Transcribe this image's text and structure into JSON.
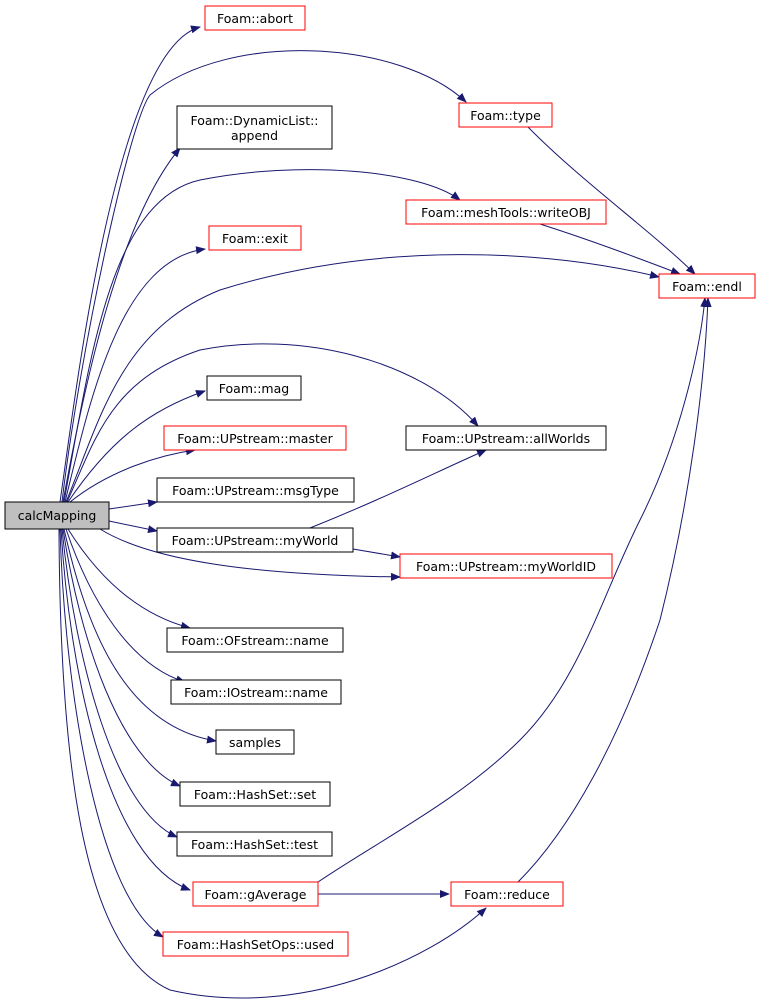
{
  "graph": {
    "colors": {
      "edge": "#191970",
      "root_fill": "#bfbfbf",
      "node_fill": "#ffffff",
      "border_default": "#000000",
      "border_undocumented": "#ff0000"
    },
    "root": "calcMapping",
    "nodes": [
      {
        "id": "calcMapping",
        "label": "calcMapping",
        "border": "black",
        "root": true
      },
      {
        "id": "abort",
        "label": "Foam::abort",
        "border": "red"
      },
      {
        "id": "type",
        "label": "Foam::type",
        "border": "red"
      },
      {
        "id": "append",
        "label": "Foam::DynamicList::\nappend",
        "border": "black"
      },
      {
        "id": "writeOBJ",
        "label": "Foam::meshTools::writeOBJ",
        "border": "red"
      },
      {
        "id": "exit",
        "label": "Foam::exit",
        "border": "red"
      },
      {
        "id": "endl",
        "label": "Foam::endl",
        "border": "red"
      },
      {
        "id": "mag",
        "label": "Foam::mag",
        "border": "black"
      },
      {
        "id": "master",
        "label": "Foam::UPstream::master",
        "border": "red"
      },
      {
        "id": "allWorlds",
        "label": "Foam::UPstream::allWorlds",
        "border": "black"
      },
      {
        "id": "msgType",
        "label": "Foam::UPstream::msgType",
        "border": "black"
      },
      {
        "id": "myWorld",
        "label": "Foam::UPstream::myWorld",
        "border": "black"
      },
      {
        "id": "myWorldID",
        "label": "Foam::UPstream::myWorldID",
        "border": "red"
      },
      {
        "id": "ofname",
        "label": "Foam::OFstream::name",
        "border": "black"
      },
      {
        "id": "ioname",
        "label": "Foam::IOstream::name",
        "border": "black"
      },
      {
        "id": "samples",
        "label": "samples",
        "border": "black"
      },
      {
        "id": "hset",
        "label": "Foam::HashSet::set",
        "border": "black"
      },
      {
        "id": "htest",
        "label": "Foam::HashSet::test",
        "border": "black"
      },
      {
        "id": "gAverage",
        "label": "Foam::gAverage",
        "border": "red"
      },
      {
        "id": "reduce",
        "label": "Foam::reduce",
        "border": "red"
      },
      {
        "id": "used",
        "label": "Foam::HashSetOps::used",
        "border": "red"
      }
    ],
    "edges": [
      {
        "from": "calcMapping",
        "to": "abort"
      },
      {
        "from": "calcMapping",
        "to": "type"
      },
      {
        "from": "calcMapping",
        "to": "append"
      },
      {
        "from": "calcMapping",
        "to": "writeOBJ"
      },
      {
        "from": "calcMapping",
        "to": "exit"
      },
      {
        "from": "calcMapping",
        "to": "endl"
      },
      {
        "from": "calcMapping",
        "to": "allWorlds"
      },
      {
        "from": "calcMapping",
        "to": "mag"
      },
      {
        "from": "calcMapping",
        "to": "master"
      },
      {
        "from": "calcMapping",
        "to": "msgType"
      },
      {
        "from": "calcMapping",
        "to": "myWorld"
      },
      {
        "from": "calcMapping",
        "to": "myWorldID"
      },
      {
        "from": "calcMapping",
        "to": "ofname"
      },
      {
        "from": "calcMapping",
        "to": "ioname"
      },
      {
        "from": "calcMapping",
        "to": "samples"
      },
      {
        "from": "calcMapping",
        "to": "hset"
      },
      {
        "from": "calcMapping",
        "to": "htest"
      },
      {
        "from": "calcMapping",
        "to": "gAverage"
      },
      {
        "from": "calcMapping",
        "to": "used"
      },
      {
        "from": "calcMapping",
        "to": "reduce"
      },
      {
        "from": "type",
        "to": "endl"
      },
      {
        "from": "writeOBJ",
        "to": "endl"
      },
      {
        "from": "myWorld",
        "to": "allWorlds"
      },
      {
        "from": "myWorld",
        "to": "myWorldID"
      },
      {
        "from": "gAverage",
        "to": "endl"
      },
      {
        "from": "gAverage",
        "to": "reduce"
      },
      {
        "from": "reduce",
        "to": "endl"
      }
    ]
  }
}
